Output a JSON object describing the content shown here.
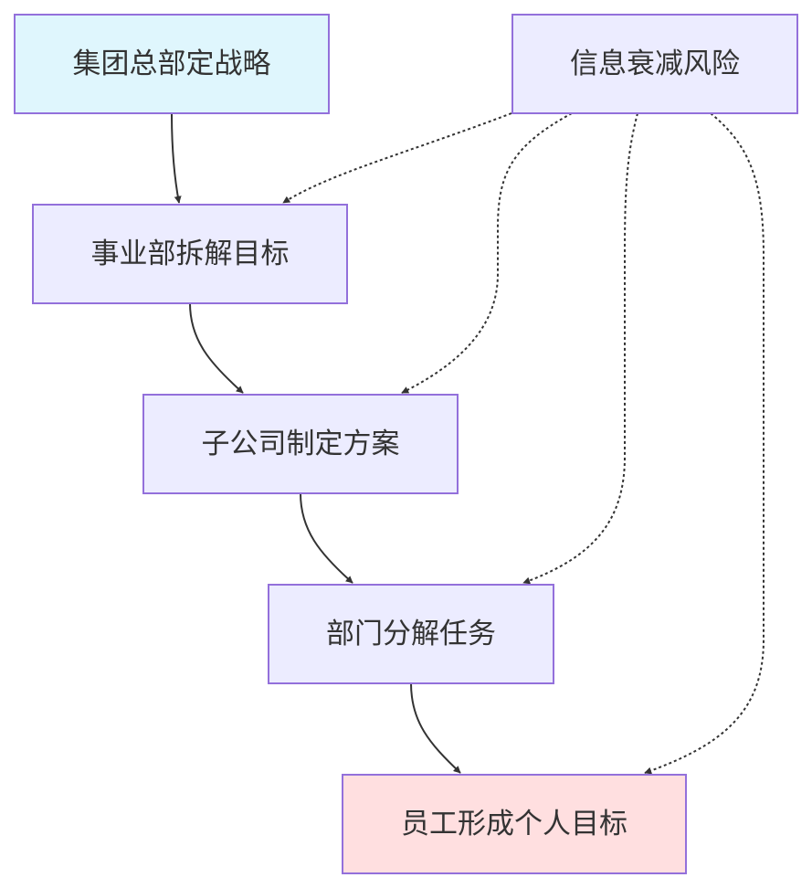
{
  "diagram": {
    "nodes": [
      {
        "id": "hq",
        "label": "集团总部定战略",
        "fill": "#dff6fd",
        "stroke": "#9370db"
      },
      {
        "id": "division",
        "label": "事业部拆解目标",
        "fill": "#ececff",
        "stroke": "#9370db"
      },
      {
        "id": "subsidiary",
        "label": "子公司制定方案",
        "fill": "#ececff",
        "stroke": "#9370db"
      },
      {
        "id": "department",
        "label": "部门分解任务",
        "fill": "#ececff",
        "stroke": "#9370db"
      },
      {
        "id": "employee",
        "label": "员工形成个人目标",
        "fill": "#ffdfe0",
        "stroke": "#9370db"
      },
      {
        "id": "risk",
        "label": "信息衰减风险",
        "fill": "#ececff",
        "stroke": "#9370db"
      }
    ],
    "edges": [
      {
        "from": "hq",
        "to": "division",
        "style": "solid"
      },
      {
        "from": "division",
        "to": "subsidiary",
        "style": "solid"
      },
      {
        "from": "subsidiary",
        "to": "department",
        "style": "solid"
      },
      {
        "from": "department",
        "to": "employee",
        "style": "solid"
      },
      {
        "from": "risk",
        "to": "division",
        "style": "dotted"
      },
      {
        "from": "risk",
        "to": "subsidiary",
        "style": "dotted"
      },
      {
        "from": "risk",
        "to": "department",
        "style": "dotted"
      },
      {
        "from": "risk",
        "to": "employee",
        "style": "dotted"
      }
    ],
    "edge_color": "#333333",
    "text_color": "#333333"
  }
}
